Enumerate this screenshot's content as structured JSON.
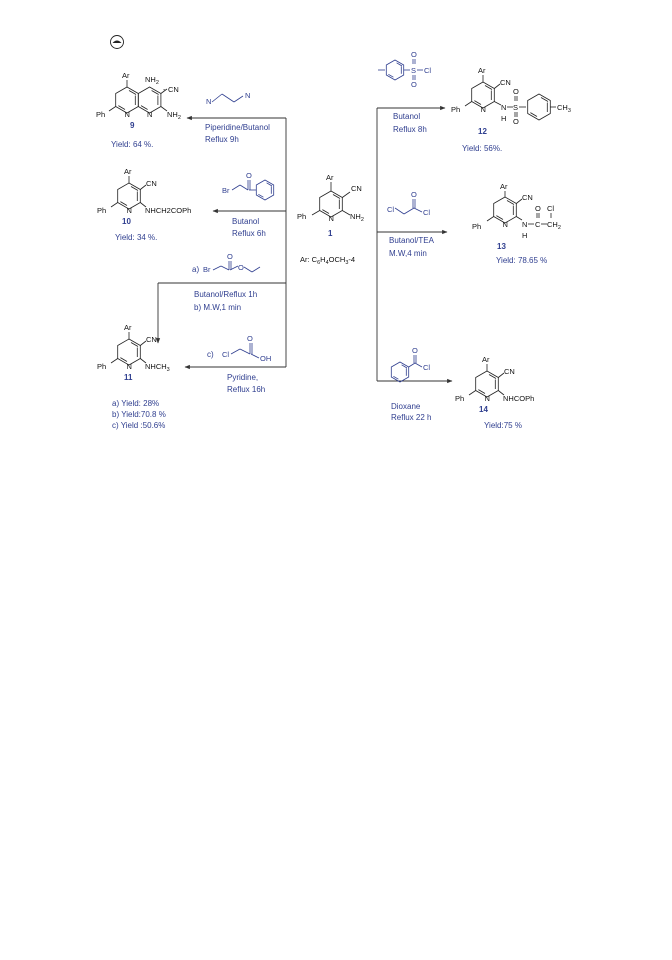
{
  "center": {
    "compound": "1",
    "ar_prefix": "Ar: C",
    "ar_sub1": "6",
    "ar_mid": "H",
    "ar_sub2": "4",
    "ar_suffix": "OCH",
    "ar_sub3": "3",
    "ar_end": "-4"
  },
  "atoms": {
    "ar": "Ar",
    "cn": "CN",
    "ph": "Ph",
    "n": "N",
    "nh2": "NH",
    "nh2_sub": "2",
    "nh": "NH",
    "h": "H",
    "o": "O",
    "s": "S",
    "cl": "Cl",
    "oh": "OH",
    "br": "Br",
    "ch3": "CH",
    "ch3_sub": "3",
    "ch2": "CH",
    "ch2_sub": "2",
    "c_dash": "C",
    "nh_co_ph": "NHCOPh",
    "nhch2coph": "NHCH2COPh",
    "nhch3": "NHCH",
    "nhch3_sub": "3"
  },
  "reactions": {
    "r9": {
      "compound": "9",
      "cond1": "Piperidine/Butanol",
      "cond2": "Reflux 9h",
      "yield": "Yield: 64 %."
    },
    "r10": {
      "compound": "10",
      "cond1": "Butanol",
      "cond2": "Reflux 6h",
      "yield": "Yield: 34 %."
    },
    "r11": {
      "compound": "11",
      "cond_a_tag": "a)",
      "cond_a": "Butanol/Reflux 1h",
      "cond_b": "b) M.W,1  min",
      "cond_c_tag": "c)",
      "cond_c1": "Pyridine,",
      "cond_c2": "Reflux 16h",
      "yield_a": "a) Yield: 28%",
      "yield_b": "b) Yield:70.8 %",
      "yield_c": "c) Yield :50.6%"
    },
    "r12": {
      "compound": "12",
      "cond1": "Butanol",
      "cond2": "Reflux 8h",
      "yield": "Yield: 56%."
    },
    "r13": {
      "compound": "13",
      "cond1": "Butanol/TEA",
      "cond2": "M.W,4  min",
      "yield": "Yield: 78.65 %"
    },
    "r14": {
      "compound": "14",
      "cond1": "Dioxane",
      "cond2": "Reflux 22 h",
      "yield": "Yield:75 %"
    }
  }
}
